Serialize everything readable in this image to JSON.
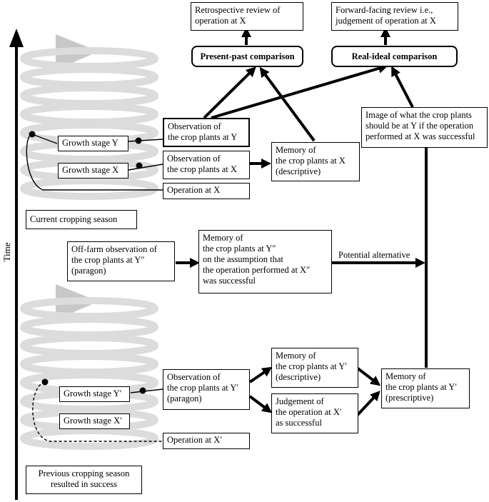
{
  "axis": {
    "label": "Time"
  },
  "review_boxes": {
    "retrospective": "Retrospective review of\noperation at X",
    "forward": "Forward-facing review i.e.,\njudgement of operation at X"
  },
  "comparisons": {
    "present_past": "Present-past comparison",
    "real_ideal": "Real-ideal comparison"
  },
  "current_season": {
    "label": "Current cropping season",
    "growth_stage_y": "Growth stage Y",
    "growth_stage_x": "Growth stage X",
    "observation_y": "Observation of\nthe crop plants at Y",
    "observation_x": "Observation of\nthe crop plants at X",
    "operation_x": "Operation at X",
    "memory_x": "Memory of\nthe crop plants at X\n(descriptive)",
    "image_ideal": "Image of what the crop plants\nshould be at Y if the operation\nperformed at X was successful"
  },
  "off_farm": {
    "observation": "Off-farm observation of\nthe crop plants at Y″\n(paragon)",
    "memory": "Memory of\nthe crop plants at Y″\non the assumption that\nthe operation performed at X″\nwas successful",
    "potential_alternative": "Potential alternative"
  },
  "previous_season": {
    "label": "Previous cropping season\nresulted in success",
    "growth_stage_y": "Growth stage Y′",
    "growth_stage_x": "Growth stage X′",
    "observation_y": "Observation of\nthe crop plants at Y′\n(paragon)",
    "operation_x": "Operation at X′",
    "memory_descriptive": "Memory of\nthe crop plants at Y′\n(descriptive)",
    "judgement": "Judgement of\nthe operation at X′\nas successful",
    "memory_prescriptive": "Memory of\nthe crop plants at Y′\n(prescriptive)"
  }
}
